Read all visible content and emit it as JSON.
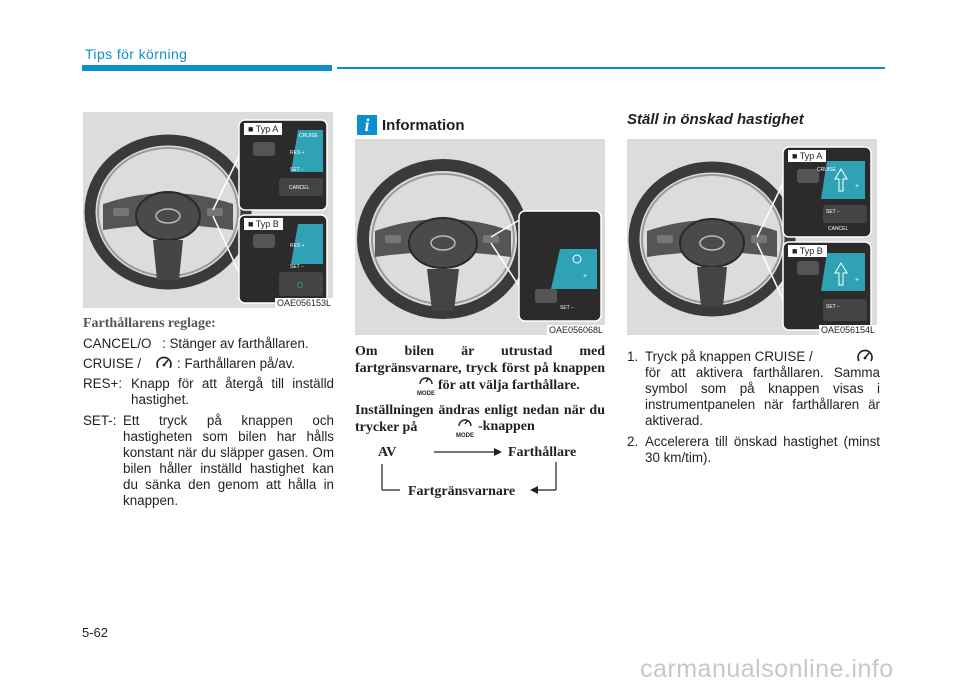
{
  "header": {
    "section_title": "Tips för körning"
  },
  "figures": {
    "left": {
      "code": "OAE056153L",
      "type_a": "■ Typ  A",
      "type_b": "■ Typ  B",
      "labels_a": [
        "CRUISE",
        "RES +",
        "SET −",
        "CANCEL"
      ],
      "labels_b": [
        "RES +",
        "SET −",
        "O"
      ]
    },
    "middle": {
      "code": "OAE056068L",
      "labels": [
        "+",
        "SET −"
      ]
    },
    "right": {
      "code": "OAE056154L",
      "type_a": "■ Typ  A",
      "type_b": "■ Typ  B",
      "labels_a": [
        "CRUISE",
        "+",
        "SET −",
        "CANCEL"
      ],
      "labels_b": [
        "+",
        "SET −"
      ]
    }
  },
  "left_col": {
    "heading": "Farthållarens reglage:",
    "cancel_key": "CANCEL/O",
    "cancel_text": ": Stänger av farthållaren.",
    "cruise_key": "CRUISE /",
    "cruise_text": ": Farthållaren på/av.",
    "res_key": "RES+:",
    "res_text": "Knapp för att återgå till inställd hastighet.",
    "set_key": "SET-:",
    "set_text": "Ett tryck på knappen och hastigheten som bilen har hålls konstant när du släpper gasen. Om bilen håller inställd hastighet kan du sänka den genom att hålla in knappen."
  },
  "middle_col": {
    "info_letter": "i",
    "info_title": "Information",
    "para1_a": "Om bilen är utrustad med fartgränsvarnare, tryck först på knappen",
    "para1_b": "för att välja farthållare.",
    "para2_a": "Inställningen ändras enligt nedan när du trycker på",
    "para2_b": "-knappen",
    "mode_label": "MODE",
    "flow": {
      "av": "AV",
      "farthallare": "Farthållare",
      "fartgransvarnare": "Fartgränsvarnare"
    }
  },
  "right_col": {
    "heading": "Ställ in önskad hastighet",
    "step1_num": "1.",
    "step1_a": "Tryck på knappen CRUISE /",
    "step1_b": "för att aktivera farthållaren. Samma symbol som på knappen visas i instrumentpanelen när farthållaren är aktiverad.",
    "step2_num": "2.",
    "step2_text": "Accelerera till önskad hastighet (minst 30 km/tim)."
  },
  "footer": {
    "page_number": "5-62",
    "watermark": "carmanualsonline.info"
  },
  "colors": {
    "accent": "#0b8fd0",
    "button_teal": "#2fa3b5"
  }
}
